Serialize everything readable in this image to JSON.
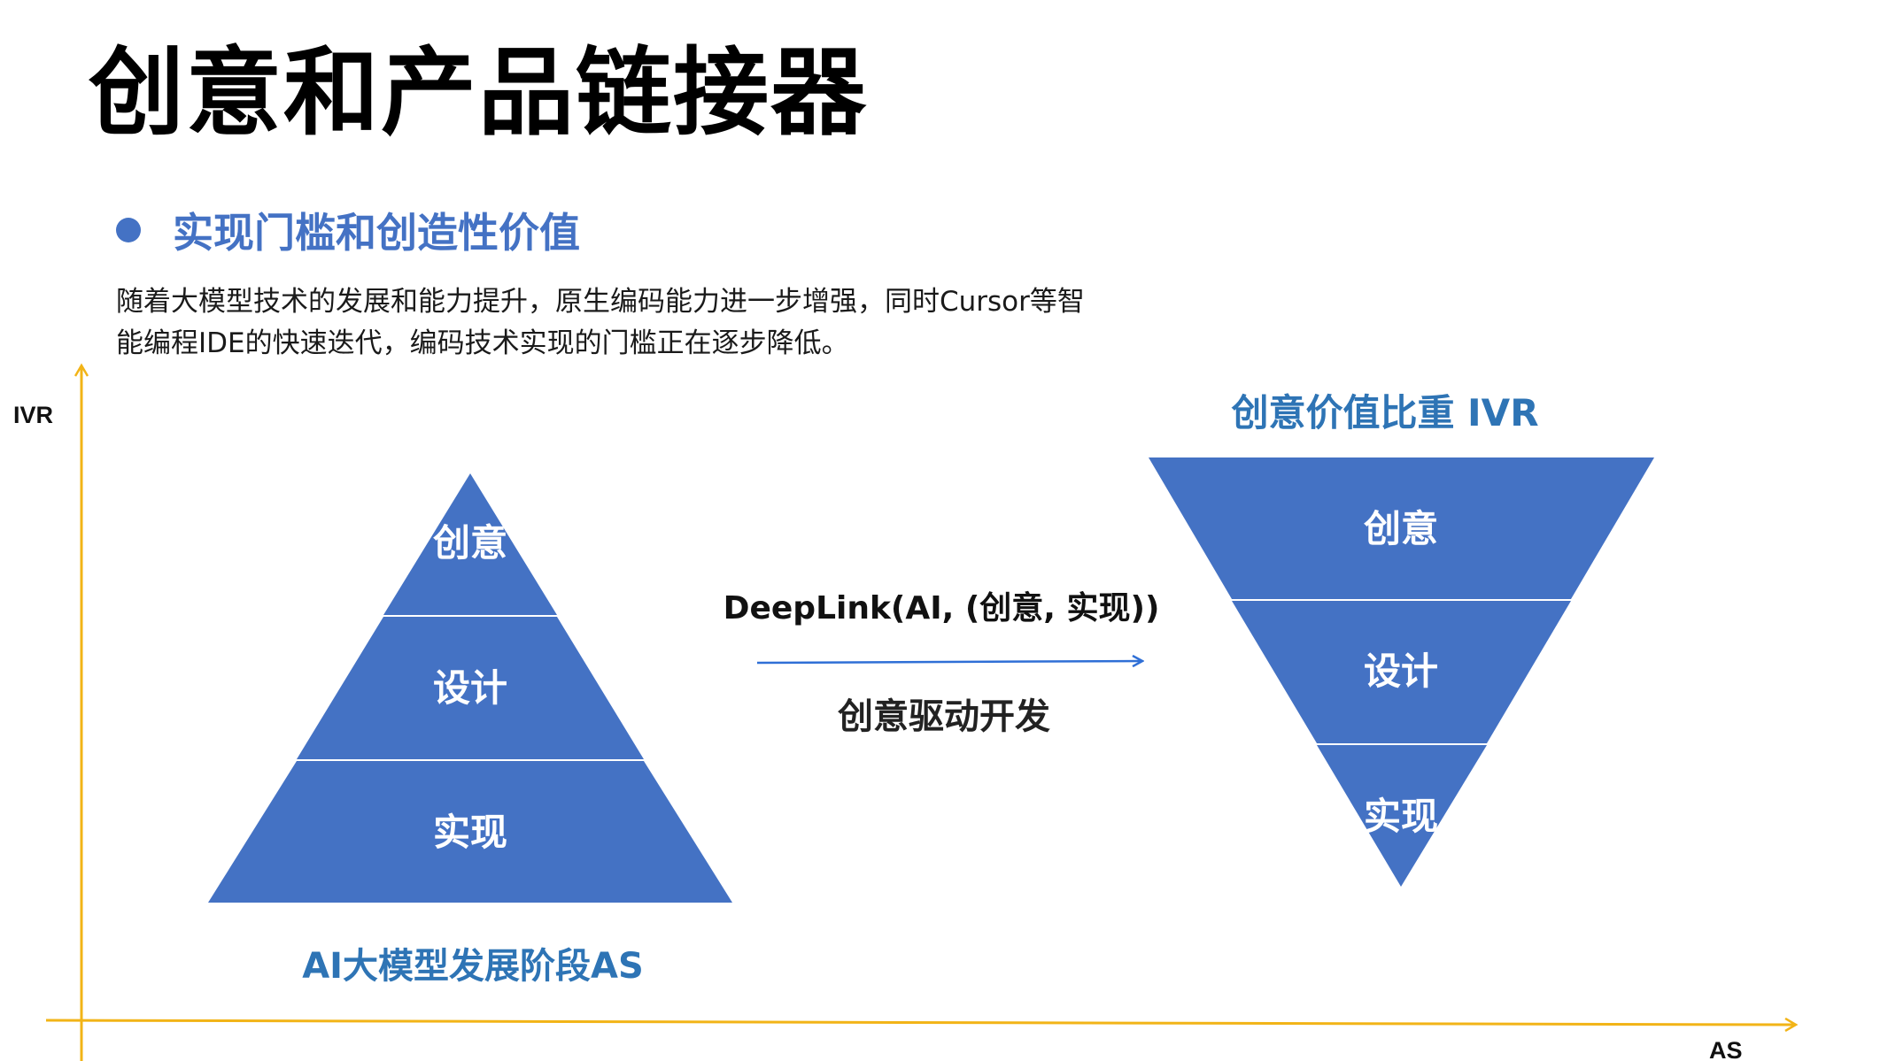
{
  "slide": {
    "title": "创意和产品链接器",
    "subtitle": "实现门槛和创造性价值",
    "description": [
      "随着大模型技术的发展和能力提升，原生编码能力进一步增强，同时Cursor等智",
      "能编程IDE的快速迭代，编码技术实现的门槛正在逐步降低。"
    ]
  },
  "axes": {
    "y_label": "IVR",
    "x_label": "AS"
  },
  "pyramid": {
    "layers": [
      "创意",
      "设计",
      "实现"
    ],
    "caption": "AI大模型发展阶段AS"
  },
  "inverted_pyramid": {
    "title": "创意价值比重 IVR",
    "layers": [
      "创意",
      "设计",
      "实现"
    ]
  },
  "transition": {
    "formula": "DeepLink(AI, (创意, 实现))",
    "label": "创意驱动开发"
  },
  "colors": {
    "shape_fill": "#4472c4",
    "axis": "#f2b417",
    "arrow": "#2f6fd6",
    "caption": "#2e74b5",
    "bullet": "#4472c4"
  }
}
